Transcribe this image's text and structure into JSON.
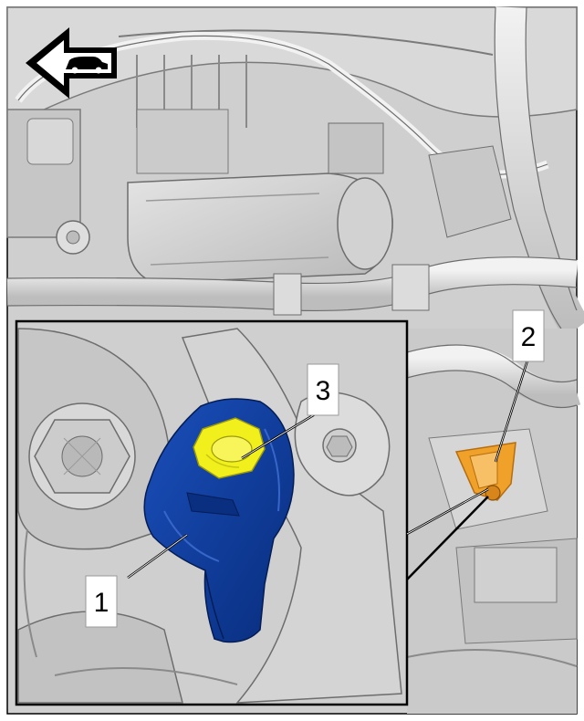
{
  "diagram": {
    "callouts": [
      {
        "id": "1",
        "label": "1"
      },
      {
        "id": "2",
        "label": "2"
      },
      {
        "id": "3",
        "label": "3"
      }
    ],
    "direction_icon": "front-of-vehicle-arrow-icon",
    "colors": {
      "background": "#cfcfcf",
      "line": "#6d6d6d",
      "highlight_blue": "#0c3c9c",
      "highlight_blue_dark": "#062a73",
      "highlight_yellow": "#f1ef1c",
      "highlight_orange": "#f0a12a",
      "callout_box": "#ffffff",
      "frame": "#000000"
    }
  }
}
